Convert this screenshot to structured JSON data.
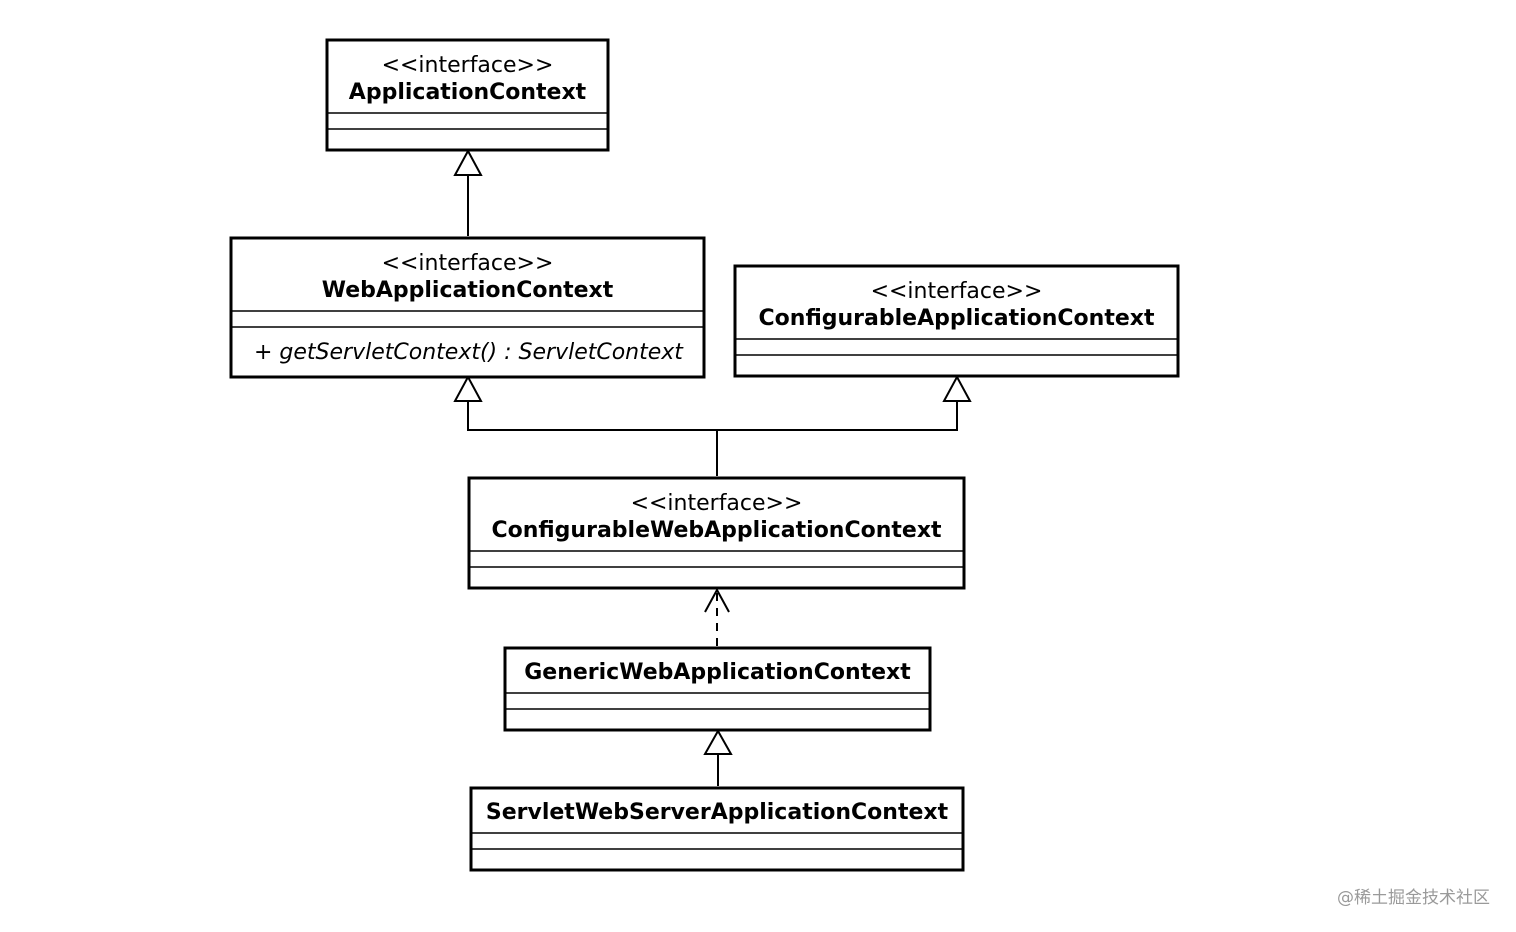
{
  "classes": {
    "application_context": {
      "stereotype": "<<interface>>",
      "name": "ApplicationContext"
    },
    "web_application_context": {
      "stereotype": "<<interface>>",
      "name": "WebApplicationContext",
      "operation": "+ getServletContext() : ServletContext"
    },
    "configurable_application_context": {
      "stereotype": "<<interface>>",
      "name": "ConfigurableApplicationContext"
    },
    "configurable_web_application_context": {
      "stereotype": "<<interface>>",
      "name": "ConfigurableWebApplicationContext"
    },
    "generic_web_application_context": {
      "name": "GenericWebApplicationContext"
    },
    "servlet_web_server_application_context": {
      "name": "ServletWebServerApplicationContext"
    }
  },
  "watermark": "@稀土掘金技术社区"
}
